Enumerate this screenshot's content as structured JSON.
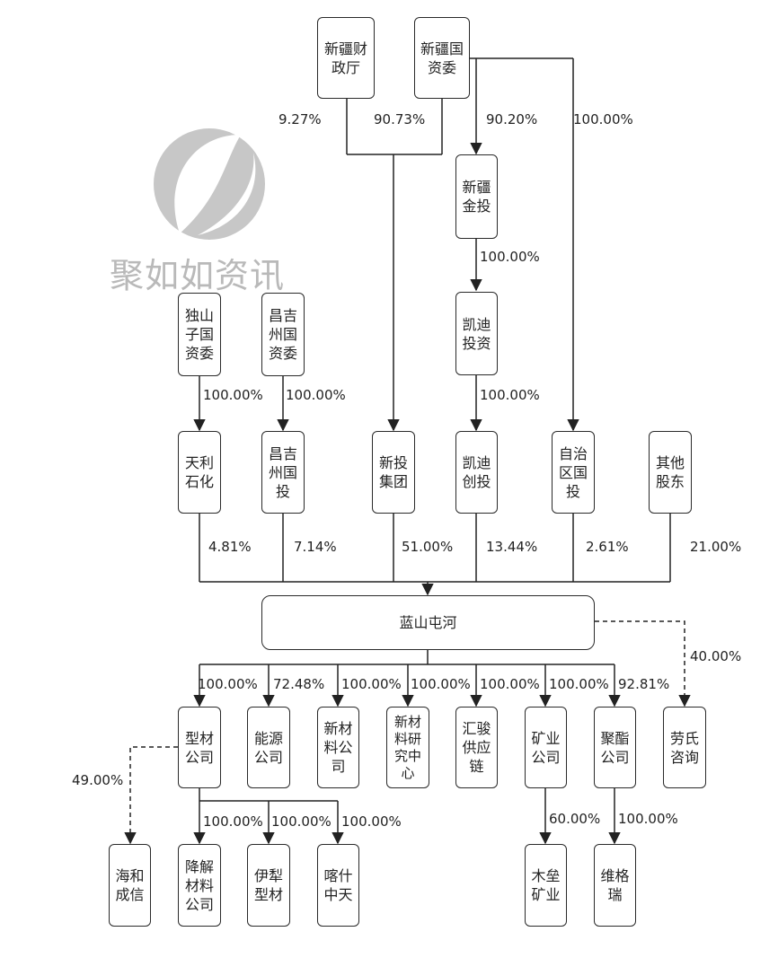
{
  "watermark": {
    "text": "聚如如资讯",
    "icon": "coffee-bean-logo"
  },
  "nodes": {
    "xj_finance": "新疆财\n政厅",
    "xj_sasac": "新疆国\n资委",
    "xj_jintou": "新疆\n金投",
    "kaidi_inv": "凯迪\n投资",
    "dushanzi_sasac": "独山\n子国\n资委",
    "changji_sasac": "昌吉\n州国\n资委",
    "tianli": "天利\n石化",
    "changji_guotou": "昌吉\n州国\n投",
    "xintou_group": "新投\n集团",
    "kaidi_chuangtou": "凯迪\n创投",
    "zizhiqu_guotou": "自治\n区国\n投",
    "other_holders": "其他\n股东",
    "lanshan": "蓝山屯河",
    "xingcai": "型材\n公司",
    "nengyuan": "能源\n公司",
    "xincailiao": "新材\n料公\n司",
    "research": "新材\n料研\n究中\n心",
    "huijun": "汇骏\n供应\n链",
    "kuangye": "矿业\n公司",
    "juzhi": "聚酯\n公司",
    "laoshi": "劳氏\n咨询",
    "haihe": "海和\n成信",
    "jiangjie": "降解\n材料\n公司",
    "yili": "伊犁\n型材",
    "kashi": "喀什\n中天",
    "mulei": "木垒\n矿业",
    "weigerui": "维格\n瑞"
  },
  "percentages": {
    "finance_to_xintou": "9.27%",
    "sasac_to_xintou": "90.73%",
    "sasac_to_jintou": "90.20%",
    "sasac_to_zizhiqu": "100.00%",
    "jintou_to_kaidi_inv": "100.00%",
    "kaidi_inv_to_chuangtou": "100.00%",
    "dushanzi_to_tianli": "100.00%",
    "changji_to_guotou": "100.00%",
    "tianli_share": "4.81%",
    "changji_share": "7.14%",
    "xintou_share": "51.00%",
    "kaidi_share": "13.44%",
    "zizhiqu_share": "2.61%",
    "other_share": "21.00%",
    "to_xingcai": "100.00%",
    "to_nengyuan": "72.48%",
    "to_xincailiao": "100.00%",
    "to_research": "100.00%",
    "to_huijun": "100.00%",
    "to_kuangye": "100.00%",
    "to_juzhi": "92.81%",
    "to_laoshi": "40.00%",
    "to_haihe": "49.00%",
    "to_jiangjie": "100.00%",
    "to_yili": "100.00%",
    "to_kashi": "100.00%",
    "to_mulei": "60.00%",
    "to_weigerui": "100.00%"
  }
}
